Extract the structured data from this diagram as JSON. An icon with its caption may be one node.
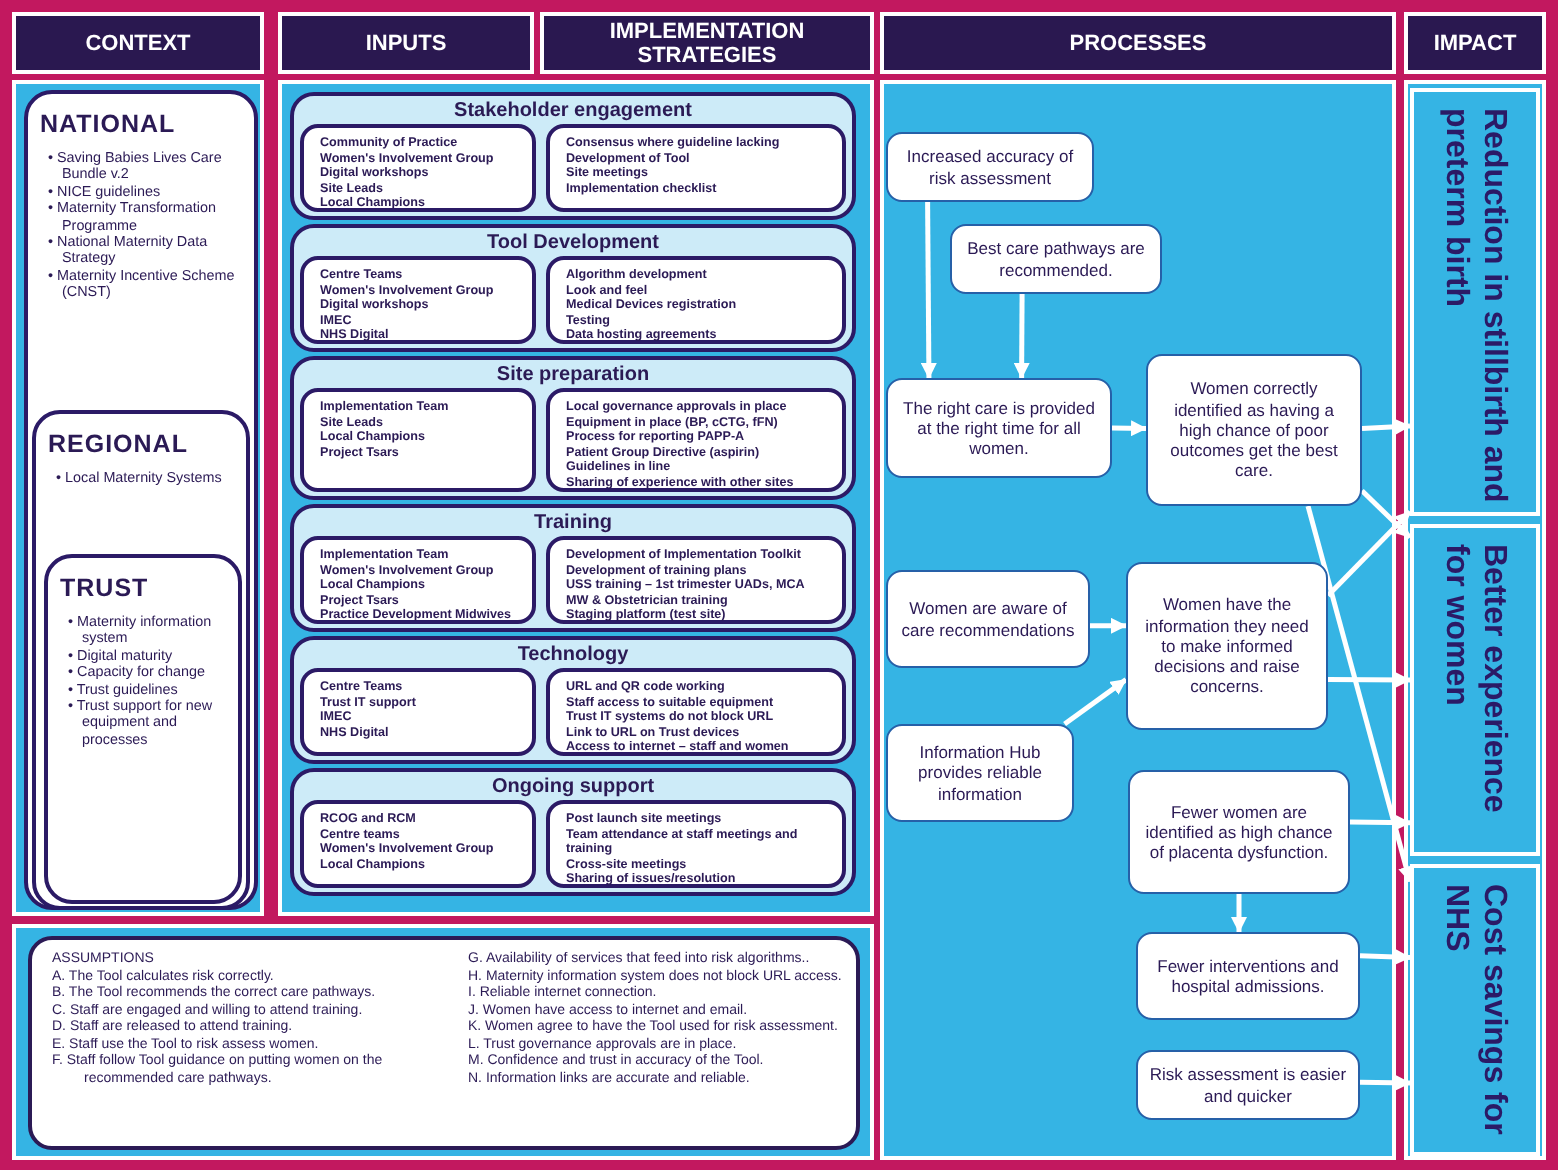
{
  "diagram": {
    "nodes": [
      {
        "text": [
          "CONTEXT"
        ]
      },
      {
        "text": [
          "INPUTS"
        ]
      },
      {
        "text": [
          "IMPLEMENTATION STRATEGIES"
        ]
      },
      {
        "text": [
          "PROCESSES"
        ]
      },
      {
        "text": [
          "IMPACT"
        ]
      },
      {
        "text": [
          "NATIONAL",
          "• Saving Babies Lives Care Bundle v.2",
          "• NICE guidelines",
          "• Maternity Transformation Programme",
          "• National Maternity Data Strategy",
          "• Maternity Incentive Scheme (CNST)"
        ]
      },
      {
        "text": [
          "REGIONAL",
          "• Local Maternity Systems"
        ],
        "in": 5
      },
      {
        "text": [
          "TRUST",
          "• Maternity information system",
          "• Digital maturity",
          "• Capacity for change",
          "• Trust guidelines",
          "• Trust support for new equipment and processes"
        ],
        "in": 6
      },
      {
        "text": [
          "Stakeholder engagement"
        ]
      },
      {
        "text": [
          "Community of Practice",
          "Women's Involvement Group",
          "Digital workshops",
          "Site Leads",
          "Local Champions"
        ],
        "in": 8
      },
      {
        "text": [
          "Consensus where guideline lacking",
          "Development of Tool",
          "Site meetings",
          "Implementation checklist"
        ],
        "in": 8
      },
      {
        "text": [
          "Tool Development"
        ]
      },
      {
        "text": [
          "Centre Teams",
          "Women's Involvement Group",
          "Digital workshops",
          "IMEC",
          "NHS Digital"
        ],
        "in": 11
      },
      {
        "text": [
          "Algorithm development",
          "Look and feel",
          "Medical Devices registration",
          "Testing",
          "Data hosting agreements"
        ],
        "in": 11
      },
      {
        "text": [
          "Site preparation"
        ]
      },
      {
        "text": [
          "Implementation Team",
          "Site Leads",
          "Local Champions",
          "Project Tsars"
        ],
        "in": 14
      },
      {
        "text": [
          "Local governance approvals in place",
          "Equipment in place (BP, cCTG, fFN)",
          "Process for reporting PAPP-A",
          "Patient Group Directive (aspirin)",
          "Guidelines in line",
          "Sharing of experience with other sites"
        ],
        "in": 14
      },
      {
        "text": [
          "Training"
        ]
      },
      {
        "text": [
          "Implementation Team",
          "Women's Involvement Group",
          "Local Champions",
          "Project Tsars",
          "Practice Development Midwives"
        ],
        "in": 17
      },
      {
        "text": [
          "Development of Implementation Toolkit",
          "Development of training plans",
          "USS training – 1st trimester UADs, MCA",
          "MW & Obstetrician training",
          "Staging platform (test site)"
        ],
        "in": 17
      },
      {
        "text": [
          "Technology"
        ]
      },
      {
        "text": [
          "Centre Teams",
          "Trust IT support",
          "IMEC",
          "NHS Digital"
        ],
        "in": 20
      },
      {
        "text": [
          "URL and QR code working",
          "Staff access to suitable equipment",
          "Trust IT systems do not block URL",
          "Link to URL on Trust devices",
          "Access to internet – staff and women"
        ],
        "in": 20
      },
      {
        "text": [
          "Ongoing support"
        ]
      },
      {
        "text": [
          "RCOG and RCM",
          "Centre teams",
          "Women's Involvement Group",
          "Local Champions"
        ],
        "in": 23
      },
      {
        "text": [
          "Post launch site meetings",
          "Team attendance at staff meetings and training",
          "Cross-site meetings",
          "Sharing of issues/resolution"
        ],
        "in": 23
      },
      {
        "text": [
          "ASSUMPTIONS",
          "A. The Tool calculates risk correctly.",
          "B. The Tool recommends the correct care pathways.",
          "C. Staff are engaged and willing to attend training.",
          "D. Staff are released to attend training.",
          "E. Staff use the Tool to risk assess women.",
          "F. Staff follow Tool guidance on putting women on the recommended care pathways.",
          "G. Availability of services that feed into risk algorithms..",
          "H. Maternity information system does not block URL access.",
          "I. Reliable internet connection.",
          "J. Women have access to internet and email.",
          "K. Women agree to have the Tool used for risk assessment.",
          "L. Trust governance approvals are in place.",
          "M. Confidence and trust in accuracy of the Tool.",
          "N. Information links are accurate and reliable."
        ]
      },
      {
        "text": [
          "Increased accuracy of risk assessment"
        ]
      },
      {
        "text": [
          "Best care pathways are recommended."
        ]
      },
      {
        "text": [
          "The right care is provided at the right time for all women."
        ]
      },
      {
        "text": [
          "Women correctly identified as having a high chance of poor outcomes get the best care."
        ]
      },
      {
        "text": [
          "Women are aware of care recommendations"
        ]
      },
      {
        "text": [
          "Women have the information they need to make informed decisions and raise concerns."
        ]
      },
      {
        "text": [
          "Information Hub provides reliable information"
        ]
      },
      {
        "text": [
          "Fewer women are identified as high chance of placenta dysfunction."
        ]
      },
      {
        "text": [
          "Fewer interventions and hospital admissions."
        ]
      },
      {
        "text": [
          "Risk assessment is easier and quicker"
        ]
      },
      {
        "text": [
          "Reduction in stillbirth and preterm birth"
        ]
      },
      {
        "text": [
          "Better experience for women"
        ]
      },
      {
        "text": [
          "Cost savings for NHS"
        ]
      }
    ],
    "edges": [
      {
        "from": 27,
        "to": 29,
        "arrow": "to"
      },
      {
        "from": 28,
        "to": 29,
        "arrow": "to"
      },
      {
        "from": 29,
        "to": 30,
        "arrow": "to"
      },
      {
        "from": 30,
        "to": 37,
        "arrow": "to"
      },
      {
        "from": 30,
        "to": 38,
        "arrow": "to"
      },
      {
        "from": 30,
        "to": 39,
        "arrow": "to"
      },
      {
        "from": 31,
        "to": 32,
        "arrow": "to"
      },
      {
        "from": 33,
        "to": 32,
        "arrow": "to"
      },
      {
        "from": 32,
        "to": 37,
        "arrow": "to"
      },
      {
        "from": 32,
        "to": 38,
        "arrow": "to"
      },
      {
        "from": 34,
        "to": 38,
        "arrow": "to"
      },
      {
        "from": 34,
        "to": 35,
        "arrow": "to"
      },
      {
        "from": 35,
        "to": 39,
        "arrow": "to"
      },
      {
        "from": 36,
        "to": 39,
        "arrow": "to"
      }
    ]
  }
}
